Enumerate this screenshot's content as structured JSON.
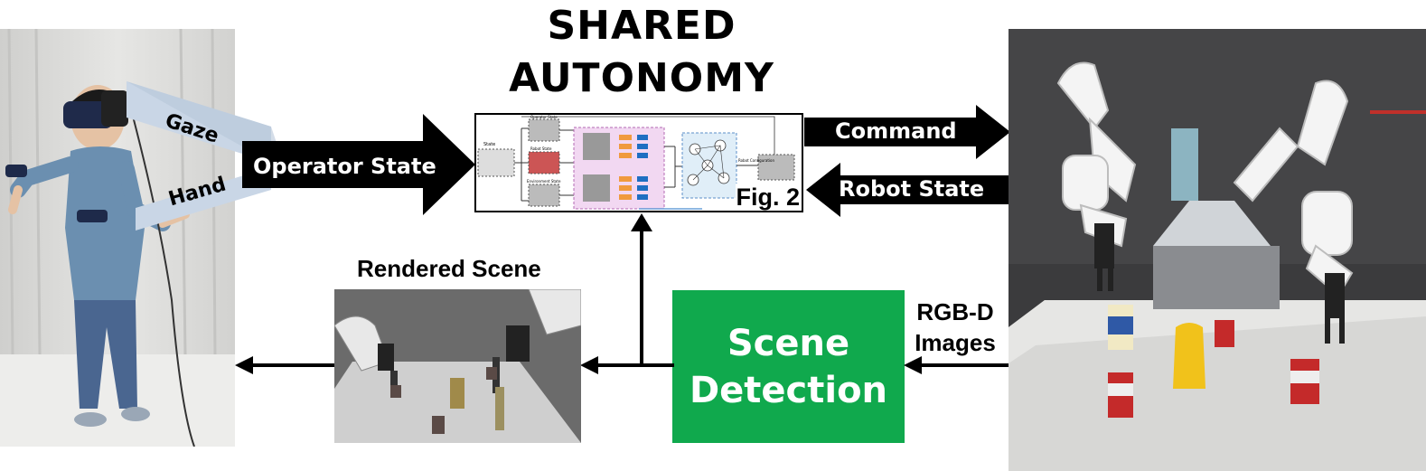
{
  "title": {
    "line1": "SHARED",
    "line2": "AUTONOMY"
  },
  "arrows": {
    "gaze": "Gaze",
    "hand": "Hand",
    "operator_state": "Operator State",
    "command": "Command",
    "robot_state": "Robot State"
  },
  "figure": {
    "label": "Fig. 2",
    "state": "State",
    "operator_state": "Operator State",
    "robot_state": "Robot State",
    "environment_state": "Environment State",
    "robot_configuration": "Robot Configuration"
  },
  "rendered_scene_label": "Rendered Scene",
  "scene_detection": {
    "line1": "Scene",
    "line2": "Detection"
  },
  "rgbd": {
    "line1": "RGB-D",
    "line2": "Images"
  },
  "colors": {
    "scene_detection_bg": "#10a94d",
    "arrow": "#000000",
    "beam": "#c9d6e6"
  }
}
